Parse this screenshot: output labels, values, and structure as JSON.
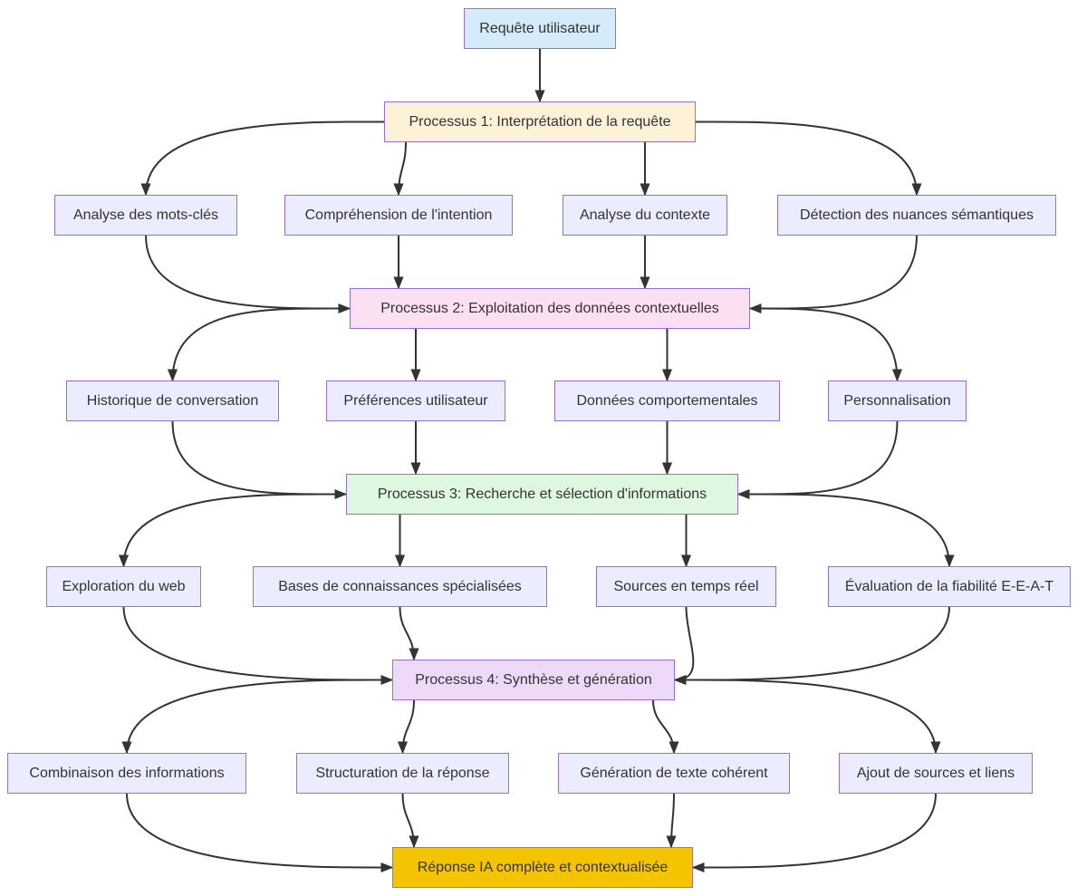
{
  "diagram": {
    "type": "flowchart-top-down",
    "colors": {
      "leaf": "#ECECFF",
      "border": "#9370DB",
      "start": "#D5EBFA",
      "p1": "#FDF1D8",
      "p2": "#FBDFF3",
      "p3": "#DEF7E0",
      "p4": "#EFD9F8",
      "final": "#F5C400",
      "edge": "#333333",
      "text": "#333333"
    },
    "nodes": {
      "start": {
        "label": "Requête utilisateur"
      },
      "p1": {
        "label": "Processus 1: Interprétation de la requête"
      },
      "a1": {
        "label": "Analyse des mots-clés"
      },
      "a2": {
        "label": "Compréhension de l'intention"
      },
      "a3": {
        "label": "Analyse du contexte"
      },
      "a4": {
        "label": "Détection des nuances sémantiques"
      },
      "p2": {
        "label": "Processus 2: Exploitation des données contextuelles"
      },
      "b1": {
        "label": "Historique de conversation"
      },
      "b2": {
        "label": "Préférences utilisateur"
      },
      "b3": {
        "label": "Données comportementales"
      },
      "b4": {
        "label": "Personnalisation"
      },
      "p3": {
        "label": "Processus 3: Recherche et sélection d'informations"
      },
      "c1": {
        "label": "Exploration du web"
      },
      "c2": {
        "label": "Bases de connaissances spécialisées"
      },
      "c3": {
        "label": "Sources en temps réel"
      },
      "c4": {
        "label": "Évaluation de la fiabilité E-E-A-T"
      },
      "p4": {
        "label": "Processus 4: Synthèse et génération"
      },
      "d1": {
        "label": "Combinaison des informations"
      },
      "d2": {
        "label": "Structuration de la réponse"
      },
      "d3": {
        "label": "Génération de texte cohérent"
      },
      "d4": {
        "label": "Ajout de sources et liens"
      },
      "final": {
        "label": "Réponse IA complète et contextualisée"
      }
    },
    "edges": [
      [
        "start",
        "p1"
      ],
      [
        "p1",
        "a1"
      ],
      [
        "p1",
        "a2"
      ],
      [
        "p1",
        "a3"
      ],
      [
        "p1",
        "a4"
      ],
      [
        "a1",
        "p2"
      ],
      [
        "a2",
        "p2"
      ],
      [
        "a3",
        "p2"
      ],
      [
        "a4",
        "p2"
      ],
      [
        "p2",
        "b1"
      ],
      [
        "p2",
        "b2"
      ],
      [
        "p2",
        "b3"
      ],
      [
        "p2",
        "b4"
      ],
      [
        "b1",
        "p3"
      ],
      [
        "b2",
        "p3"
      ],
      [
        "b3",
        "p3"
      ],
      [
        "b4",
        "p3"
      ],
      [
        "p3",
        "c1"
      ],
      [
        "p3",
        "c2"
      ],
      [
        "p3",
        "c3"
      ],
      [
        "p3",
        "c4"
      ],
      [
        "c1",
        "p4"
      ],
      [
        "c2",
        "p4"
      ],
      [
        "c3",
        "p4"
      ],
      [
        "c4",
        "p4"
      ],
      [
        "p4",
        "d1"
      ],
      [
        "p4",
        "d2"
      ],
      [
        "p4",
        "d3"
      ],
      [
        "p4",
        "d4"
      ],
      [
        "d1",
        "final"
      ],
      [
        "d2",
        "final"
      ],
      [
        "d3",
        "final"
      ],
      [
        "d4",
        "final"
      ]
    ]
  }
}
